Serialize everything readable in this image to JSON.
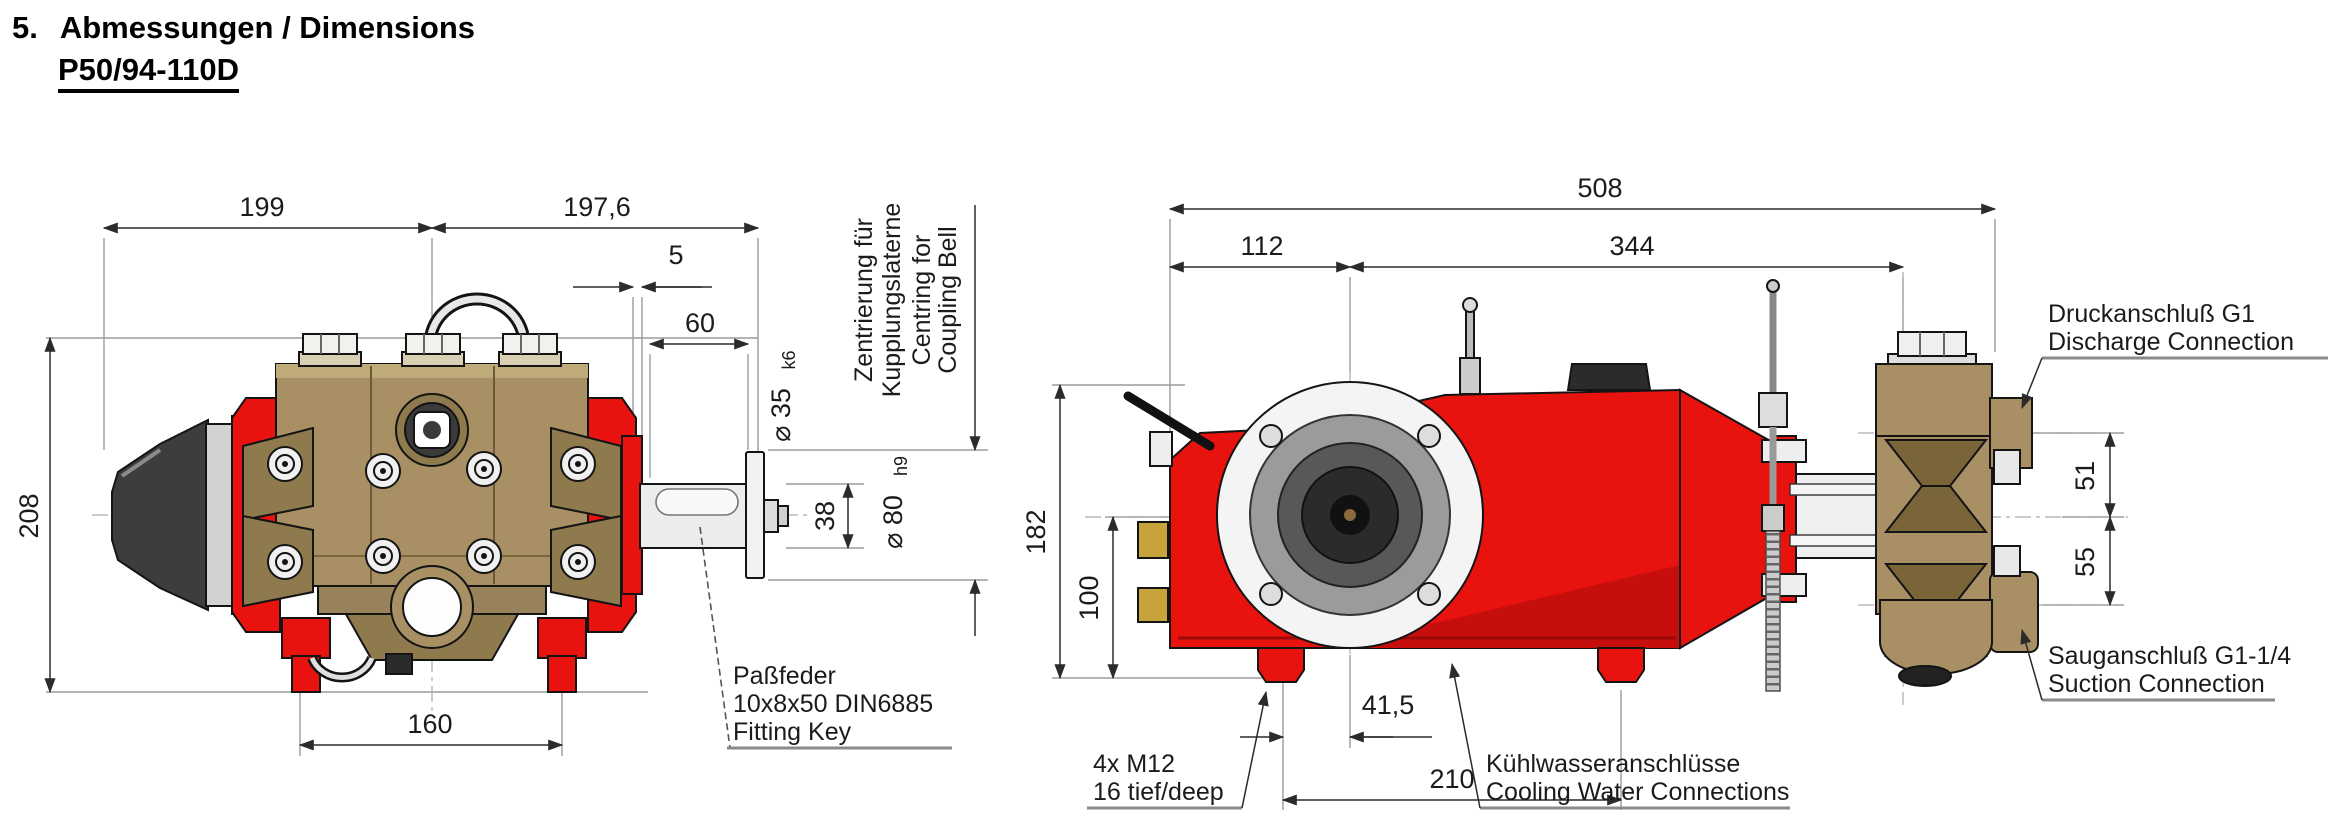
{
  "title": {
    "number": "5.",
    "heading": "Abmessungen / Dimensions",
    "model": "P50/94-110D"
  },
  "front_view": {
    "dims": {
      "width_left": "199",
      "width_right": "197,6",
      "gap": "5",
      "shaft_length": "60",
      "height": "208",
      "foot_spacing": "160",
      "shaft_dia": "⌀ 35",
      "shaft_dia_tol": "k6",
      "key_height": "38",
      "spigot_dia": "⌀ 80",
      "spigot_dia_tol": "h9"
    },
    "labels": {
      "centring_de1": "Zentrierung für",
      "centring_de2": "Kupplungslaterne",
      "centring_en1": "Centring for",
      "centring_en2": "Coupling Bell",
      "key_de": "Paßfeder",
      "key_size": "10x8x50 DIN6885",
      "key_en": "Fitting Key"
    }
  },
  "side_view": {
    "dims": {
      "total_length": "508",
      "front_to_center": "112",
      "center_to_port": "344",
      "height": "182",
      "center_height": "100",
      "foot_offset": "41,5",
      "foot_spacing": "210",
      "discharge_offset": "51",
      "suction_offset": "55"
    },
    "labels": {
      "discharge_de": "Druckanschluß G1",
      "discharge_en": "Discharge Connection",
      "suction_de": "Sauganschluß G1-1/4",
      "suction_en": "Suction Connection",
      "cooling_de": "Kühlwasseranschlüsse",
      "cooling_en": "Cooling Water Connections",
      "mounting_1": "4x M12",
      "mounting_2": "16 tief/deep"
    }
  },
  "colors": {
    "red": "#e8120f",
    "bronze": "#a89064",
    "dark_cone": "#3d3d3d"
  }
}
